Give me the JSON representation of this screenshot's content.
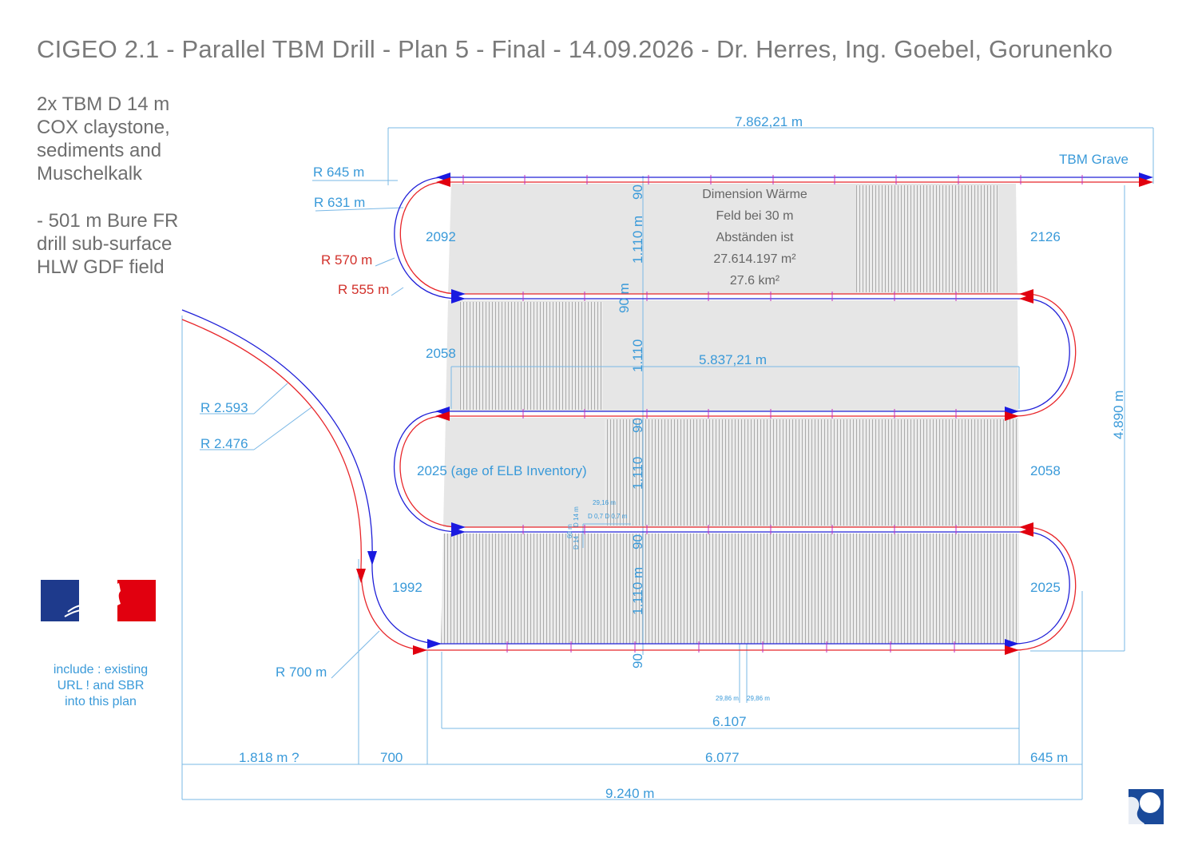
{
  "title": "CIGEO 2.1 - Parallel TBM Drill - Plan 5 - Final - 14.09.2026 - Dr. Herres, Ing. Goebel, Gorunenko",
  "info": {
    "line1": "2x TBM D 14 m",
    "line2": "COX claystone,",
    "line3": "sediments and",
    "line4": "Muschelkalk",
    "line5": "- 501 m Bure FR",
    "line6": "drill sub-surface",
    "line7": "HLW GDF field"
  },
  "note": {
    "line1": "include : existing",
    "line2": "URL ! and SBR",
    "line3": "into this plan"
  },
  "dimensions": {
    "top_width": "7.862,21 m",
    "tbm_grave": "TBM Grave",
    "r645": "R 645 m",
    "r631": "R 631 m",
    "r570": "R 570 m",
    "r555": "R 555 m",
    "r2593": "R 2.593",
    "r2476": "R 2.476",
    "r700": "R 700 m",
    "inner_width": "5.837,21 m",
    "height_total": "4.890 m",
    "bottom_inner": "6.107",
    "seg_1818": "1.818 m ?",
    "seg_700": "700",
    "seg_6077": "6.077",
    "seg_645": "645 m",
    "total_width": "9.240 m",
    "gap_90": "90",
    "gap_90m": "90 m",
    "band_1110m": "1.110 m",
    "band_1110": "1.110",
    "d2986a": "29,86 m",
    "d2986b": "29,86 m",
    "d2916": "29,16 m",
    "d07": "D 0,7  D 0,7 m",
    "d14": "D 14 m",
    "d014": "D 14",
    "d60": "60 m"
  },
  "field": {
    "l1": "Dimension Wärme",
    "l2": "Feld bei 30 m",
    "l3": "Abständen ist",
    "l4": "27.614.197 m²",
    "l5": "27.6 km²"
  },
  "years": {
    "y2092": "2092",
    "y2126": "2126",
    "y2058a": "2058",
    "y2025label": "2025 (age of ELB Inventory)",
    "y2058b": "2058",
    "y1992": "1992",
    "y2025": "2025"
  },
  "colors": {
    "dim": "#3a9ad9",
    "red": "#e8262a",
    "blue": "#1a1ae0",
    "magenta": "#c030c0",
    "field_fill": "#e8e8e8",
    "flag_blue": "#1e3a8c",
    "flag_red": "#e1000f"
  }
}
